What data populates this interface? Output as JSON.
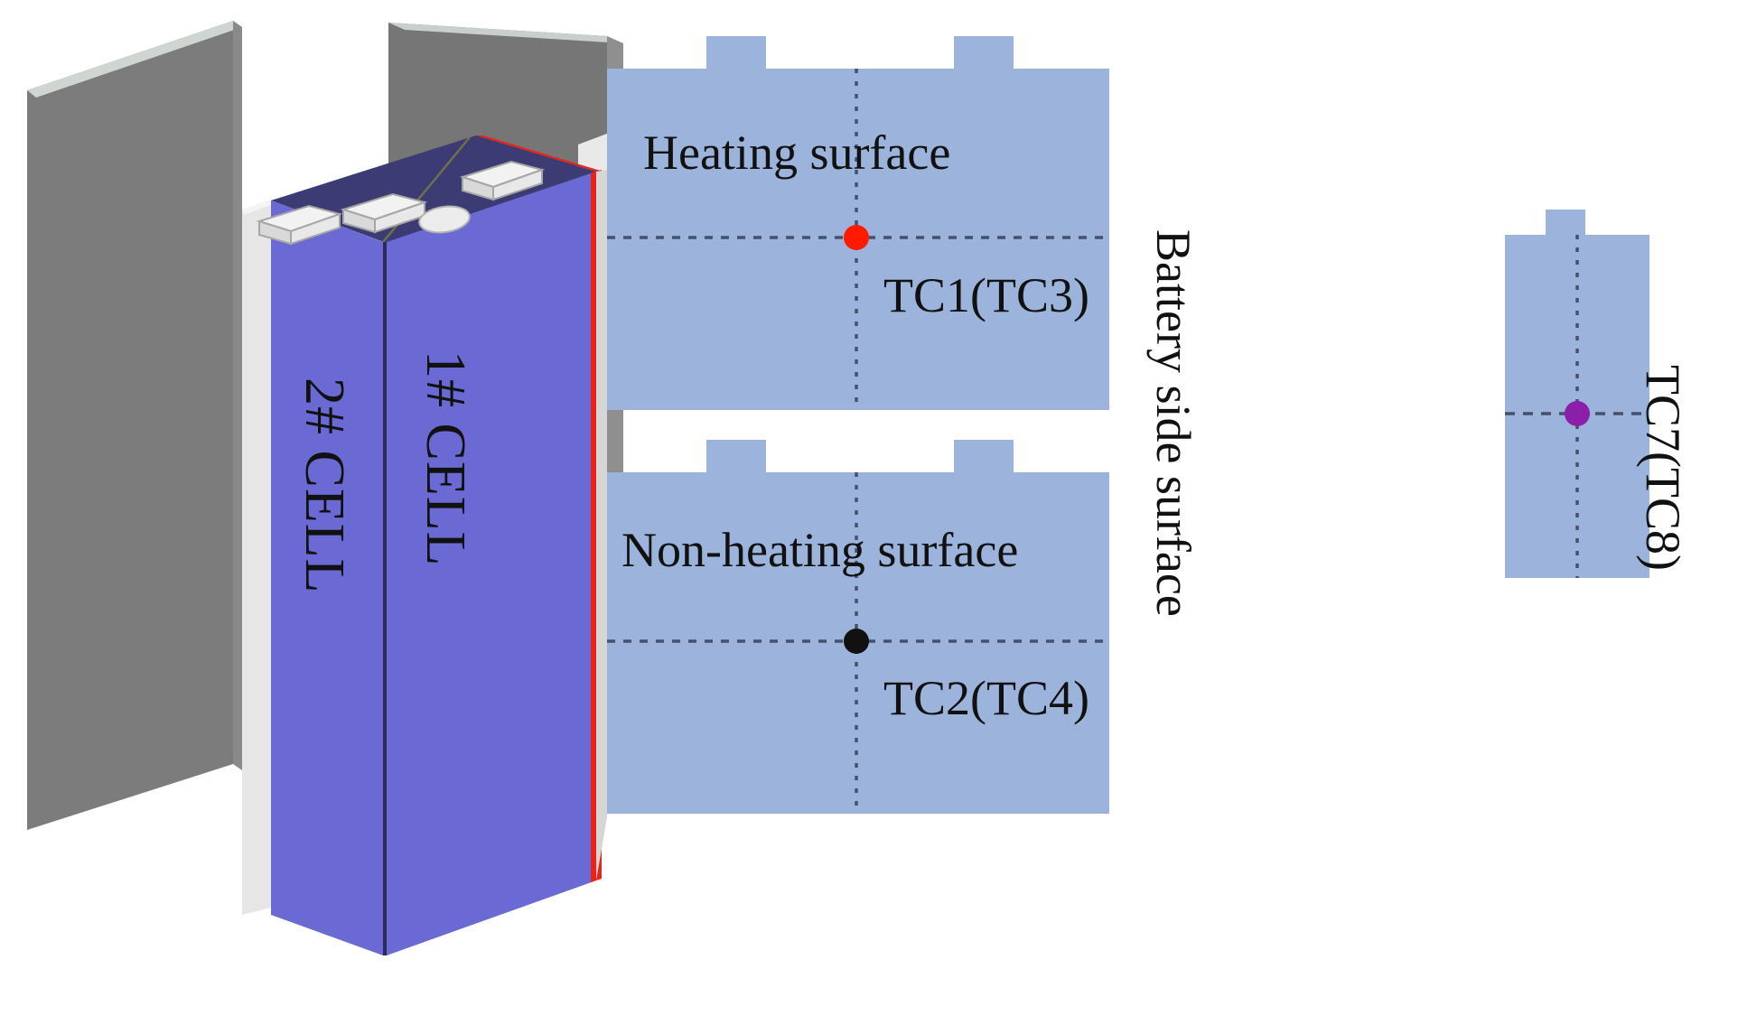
{
  "figure": {
    "kind": "battery-module-thermocouple-diagram",
    "background": "#ffffff"
  },
  "module_3d": {
    "cell_1_label": "1# CELL",
    "cell_2_label": "2# CELL",
    "colors": {
      "plate_gray": "#7b7b7b",
      "plate_gray_dark": "#6d6d6d",
      "plate_edge_light": "#dfe3e0",
      "spacer_light": "#e3e3e3",
      "cell_face": "#6b6ad4",
      "cell_top": "#3b3a73",
      "red_edge": "#e8231a",
      "terminal": "#e8e8e8",
      "terminal_edge": "#9a9a9a"
    },
    "terminal_count": 3,
    "vent_count": 1
  },
  "faces": {
    "heating": {
      "title": "Heating surface",
      "tc_label": "TC1(TC3)",
      "dot_color": "#ff1a00",
      "panel_color": "#9cb4dc"
    },
    "non_heating": {
      "title": "Non-heating surface",
      "tc_label": "TC2(TC4)",
      "dot_color": "#111111",
      "panel_color": "#9cb4dc"
    },
    "side": {
      "title": "Battery side surface",
      "tc_label": "TC7(TC8)",
      "dot_color": "#8b1fa9",
      "panel_color": "#9cb4dc"
    }
  },
  "guides": {
    "dash_color": "#46506b",
    "style": "dotted-crosshair"
  }
}
